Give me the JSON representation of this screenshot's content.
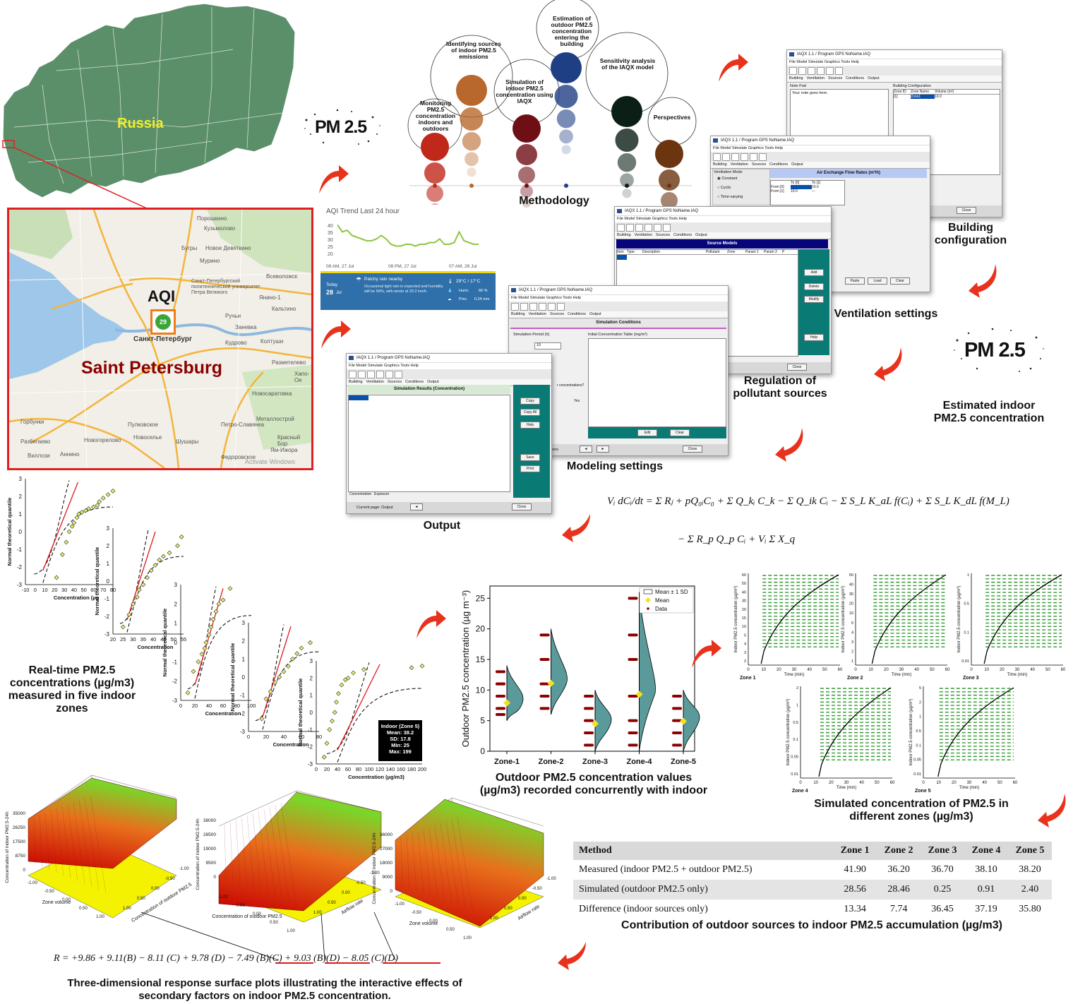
{
  "map": {
    "country_label": "Russia",
    "city_label": "Saint Petersburg",
    "aqi_label": "AQI",
    "aqi_value": "29",
    "city_local": "Санкт-Петербург",
    "watermark": "Activate Windows",
    "places": [
      "Порошкино",
      "Кузьмолово",
      "Бугры",
      "Новое Девяткино",
      "Мурино",
      "Всеволожск",
      "Санкт-Петербургский политехнический университет Петра Великого",
      "Янино-1",
      "Кальтино",
      "Ручьи",
      "Заневка",
      "Колтуши",
      "Кудрово",
      "Разметелево",
      "Хапо-Ое",
      "Горбунки",
      "Новосаратовка",
      "Разбегаево",
      "Новогорелово",
      "Виллози",
      "Аннино",
      "Петро-Славянка",
      "Металлострой",
      "Красный Бор",
      "Ям-Ижора",
      "Федоровское",
      "Шушары",
      "Новоселье",
      "Пулковское"
    ],
    "brand_color": "#5b8f6a",
    "frame_color": "#e02020",
    "aqi_color": "#3aa63a",
    "aqi_frame": "#f07d19"
  },
  "pm_logo": "PM 2.5",
  "methodology": {
    "title": "Methodology",
    "bubbles": [
      {
        "label": "Monitoring PM2.5 concentration indoors and outdoors",
        "color": "#c0281a"
      },
      {
        "label": "Identifying sources of indoor PM2.5 emissions",
        "color": "#b8682c"
      },
      {
        "label": "Simulation of indoor PM2.5 concentration using IAQX",
        "color": "#6e0f16"
      },
      {
        "label": "Estimation of outdoor PM2.5 concentration entering the building",
        "color": "#1f3f85"
      },
      {
        "label": "Sensitivity analysis of the IAQX model",
        "color": "#0b1f16"
      },
      {
        "label": "Perspectives",
        "color": "#6b3510"
      }
    ]
  },
  "aqi_widget": {
    "title": "AQI Trend Last 24 hour",
    "y_ticks": [
      "40",
      "35",
      "30",
      "25",
      "20"
    ],
    "x_ticks": [
      "08 AM, 27 Jul",
      "08 PM, 27 Jul",
      "07 AM, 28 Jul"
    ],
    "today_label": "Today",
    "today_date": "28",
    "today_month": "Jul",
    "weather_title": "Patchy rain nearby",
    "weather_text": "Occasional light rain is expected and humidity will be 66%, with winds at 20.2 km/h.",
    "temp": "29°C / 17°C",
    "humidity_label": "Humi.",
    "humidity": "66 %",
    "prec_label": "Prec.",
    "prec": "0.24 mm",
    "aqi_series": [
      39,
      35,
      36,
      33,
      32,
      31,
      30,
      30,
      31,
      33,
      31,
      28,
      27,
      27,
      28,
      28,
      27,
      28,
      28,
      29,
      29,
      31,
      28,
      28,
      29,
      35,
      30,
      29,
      28,
      28
    ],
    "line_color": "#8ec63f",
    "panel_color": "#2f6faa"
  },
  "iaqx": {
    "app_title": "IAQX 1.1 / Program GPS     NoName.IAQ",
    "menu": "File   Model   Simulate   Graphics   Tools   Help",
    "tabs": [
      "Building",
      "Ventilation",
      "Sources",
      "Conditions",
      "Output"
    ],
    "building": {
      "notepad_label": "Note Pad",
      "notepad_text": "Your note goes here.",
      "config_label": "Building Configuration",
      "cols": [
        "Zone ID",
        "Zone Name",
        "Volume (m³)"
      ],
      "row": [
        "[1]",
        "Zone1",
        "10.0"
      ],
      "close": "Close"
    },
    "ventilation": {
      "mode_label": "Ventilation Mode",
      "modes": [
        "Constant",
        "Cyclic",
        "Time-varying"
      ],
      "header": "Air Exchange Flow Rates (m³/h)",
      "cols": [
        "To [0]",
        "To [1]"
      ],
      "rows": [
        [
          "From [0]",
          "",
          "10.0"
        ],
        [
          "From [1]",
          "10.0",
          "---"
        ]
      ],
      "spin": "0",
      "btn_paste": "Paste",
      "btn_load": "Load",
      "btn_clear": "Clear",
      "close": "Close"
    },
    "sources": {
      "header": "Source Models",
      "cols": [
        "Item",
        "Type",
        "Description",
        "Pollutant",
        "Zone",
        "Param 1",
        "Param 2",
        "P"
      ],
      "btn_add": "Add",
      "btn_delete": "Delete",
      "btn_modify": "Modify",
      "btn_help": "Help",
      "close": "Close"
    },
    "conditions": {
      "header": "Simulation Conditions",
      "period_label": "Simulation Period (h)",
      "period": "10",
      "initial_label": "Initial Concentration Table (mg/m³)",
      "btn_edit": "Edit",
      "btn_clear": "Clear",
      "question": "r concentrations?",
      "yes": "Yes",
      "status": "ditions",
      "close": "Close"
    },
    "output": {
      "header": "Simulation Results (Concentration)",
      "btn_copy": "Copy",
      "btn_copyall": "Copy All",
      "btn_help": "Help",
      "btn_save": "Save",
      "btn_print": "Print",
      "tab1": "Concentration",
      "tab2": "Exposure",
      "status": "Current page: Output",
      "close": "Close"
    }
  },
  "captions": {
    "building": "Building configuration",
    "ventilation": "Ventilation settings",
    "regulation": "Regulation of pollutant sources",
    "modeling": "Modeling settings",
    "output": "Output",
    "estimated": "Estimated indoor PM2.5 concentration",
    "realtime": "Real-time PM2.5 concentrations (µg/m3) measured in five indoor zones",
    "outdoor": "Outdoor PM2.5 concentration values (µg/m3) recorded concurrently with indoor",
    "simulated": "Simulated concentration of PM2.5 in different zones (µg/m3)",
    "contribution": "Contribution of outdoor sources to indoor PM2.5 accumulation (µg/m3)",
    "surface": "Three-dimensional response surface plots illustrating the interactive effects of secondary factors on indoor PM2.5 concentration."
  },
  "equation": {
    "line1": "Vᵢ dCᵢ/dt = Σ Rⱼ + pQ₀ᵢC₀ + Σ Q_kᵢ C_k − Σ Q_ik Cᵢ − Σ S_L K_aL f(Cᵢ) + Σ S_L K_dL f(M_L)",
    "line2": "− Σ R_p Q_p Cᵢ + Vᵢ Σ X_q",
    "response": "R = +9.86 + 9.11(B) − 8.11 (C) + 9.78 (D) − 7.49 (B)(C) + 9.03 (B)(D) − 8.05 (C)(D)"
  },
  "qq": {
    "ylabel": "Normal theoretical quantile",
    "xlabel_first": "Concentration (µg",
    "xlabel_mid": "Concentration",
    "xlabel_last": "Concentration (µg/m3)",
    "y_ticks": [
      "3",
      "2",
      "1",
      "0",
      "-1",
      "-2",
      "-3"
    ],
    "x_ticks": [
      [
        "-10",
        "0",
        "10",
        "20",
        "30",
        "40",
        "50",
        "60",
        "70",
        "80"
      ],
      [
        "20",
        "25",
        "30",
        "35",
        "40",
        "45",
        "50",
        "55"
      ],
      [
        "0",
        "20",
        "40",
        "60",
        "80",
        "100"
      ],
      [
        "0",
        "20",
        "40",
        "60",
        "80"
      ],
      [
        "0",
        "20",
        "40",
        "60",
        "80",
        "100",
        "120",
        "140",
        "160",
        "180",
        "200"
      ]
    ],
    "stats_title": "Indoor (Zone 5)",
    "stats": [
      "Mean: 38.2",
      "SD: 17.8",
      "Min: 25",
      "Max: 199"
    ],
    "marker_color": "#e4ef6a",
    "line_color": "#e0181b"
  },
  "chart_data": {
    "type": "violin",
    "title": "",
    "ylabel": "Outdoor PM2.5 concentration (µg m⁻³)",
    "xlabel": "",
    "categories": [
      "Zone-1",
      "Zone-2",
      "Zone-3",
      "Zone-4",
      "Zone-5"
    ],
    "ylim": [
      0,
      27
    ],
    "y_ticks": [
      0,
      5,
      10,
      15,
      20,
      25
    ],
    "means": [
      7.9,
      11.1,
      4.5,
      9.3,
      4.9
    ],
    "legend": [
      "Mean ± 1 SD",
      "Mean",
      "Data"
    ],
    "legend_position": "top-right",
    "data_points": [
      [
        6,
        7,
        9,
        11,
        11,
        13
      ],
      [
        7,
        9,
        11,
        15,
        19
      ],
      [
        1,
        3,
        5,
        7,
        9
      ],
      [
        1,
        3,
        5,
        9,
        15,
        19,
        25
      ],
      [
        1,
        3,
        5,
        7,
        9
      ]
    ],
    "violin_color": "#5a9a9a",
    "mean_color": "#f5e21c",
    "data_color": "#8b0000"
  },
  "sim_zones": {
    "ylabel": "Indoor PM2.5 concentration (µg/m³)",
    "xlabel": "Time (min)",
    "zones": [
      "Zone 1",
      "Zone 2",
      "Zone 3",
      "Zone 4",
      "Zone 5"
    ],
    "x_ticks": [
      "0",
      "10",
      "20",
      "30",
      "40",
      "50",
      "60"
    ],
    "dash_color": "#2e9a2e"
  },
  "surface_plots": [
    {
      "zlabel": "Concentration of indoor PM2.5-24h",
      "z_ticks": [
        "35000",
        "26250",
        "17500",
        "8750",
        "0"
      ],
      "axis1": "Zone volume",
      "axis2": "Concentration of outdoor PM2.5",
      "ticks": [
        "-1.00",
        "-0.50",
        "0.00",
        "0.50",
        "1.00"
      ]
    },
    {
      "zlabel": "Concentration of indoor PM2.5-24h",
      "z_ticks": [
        "38000",
        "28500",
        "19000",
        "9500",
        "0"
      ],
      "axis1": "Concentration of outdoor PM2.5",
      "axis2": "Airflow rate",
      "ticks": [
        "-1.00",
        "-0.50",
        "0.00",
        "0.50",
        "1.00"
      ]
    },
    {
      "zlabel": "Concentration of indoor PM2.5-24h",
      "z_ticks": [
        "36000",
        "27000",
        "18000",
        "9000",
        "0"
      ],
      "axis1": "Zone volume",
      "axis2": "Airflow rate",
      "ticks": [
        "-1.00",
        "-0.50",
        "0.00",
        "0.50",
        "1.00"
      ]
    }
  ],
  "table": {
    "headers": [
      "Method",
      "Zone 1",
      "Zone 2",
      "Zone 3",
      "Zone 4",
      "Zone 5"
    ],
    "rows": [
      [
        "Measured (indoor PM2.5 + outdoor PM2.5)",
        "41.90",
        "36.20",
        "36.70",
        "38.10",
        "38.20"
      ],
      [
        "Simulated (outdoor PM2.5 only)",
        "28.56",
        "28.46",
        "0.25",
        "0.91",
        "2.40"
      ],
      [
        "Difference (indoor sources only)",
        "13.34",
        "7.74",
        "36.45",
        "37.19",
        "35.80"
      ]
    ]
  },
  "arrow_color": "#e8321c"
}
